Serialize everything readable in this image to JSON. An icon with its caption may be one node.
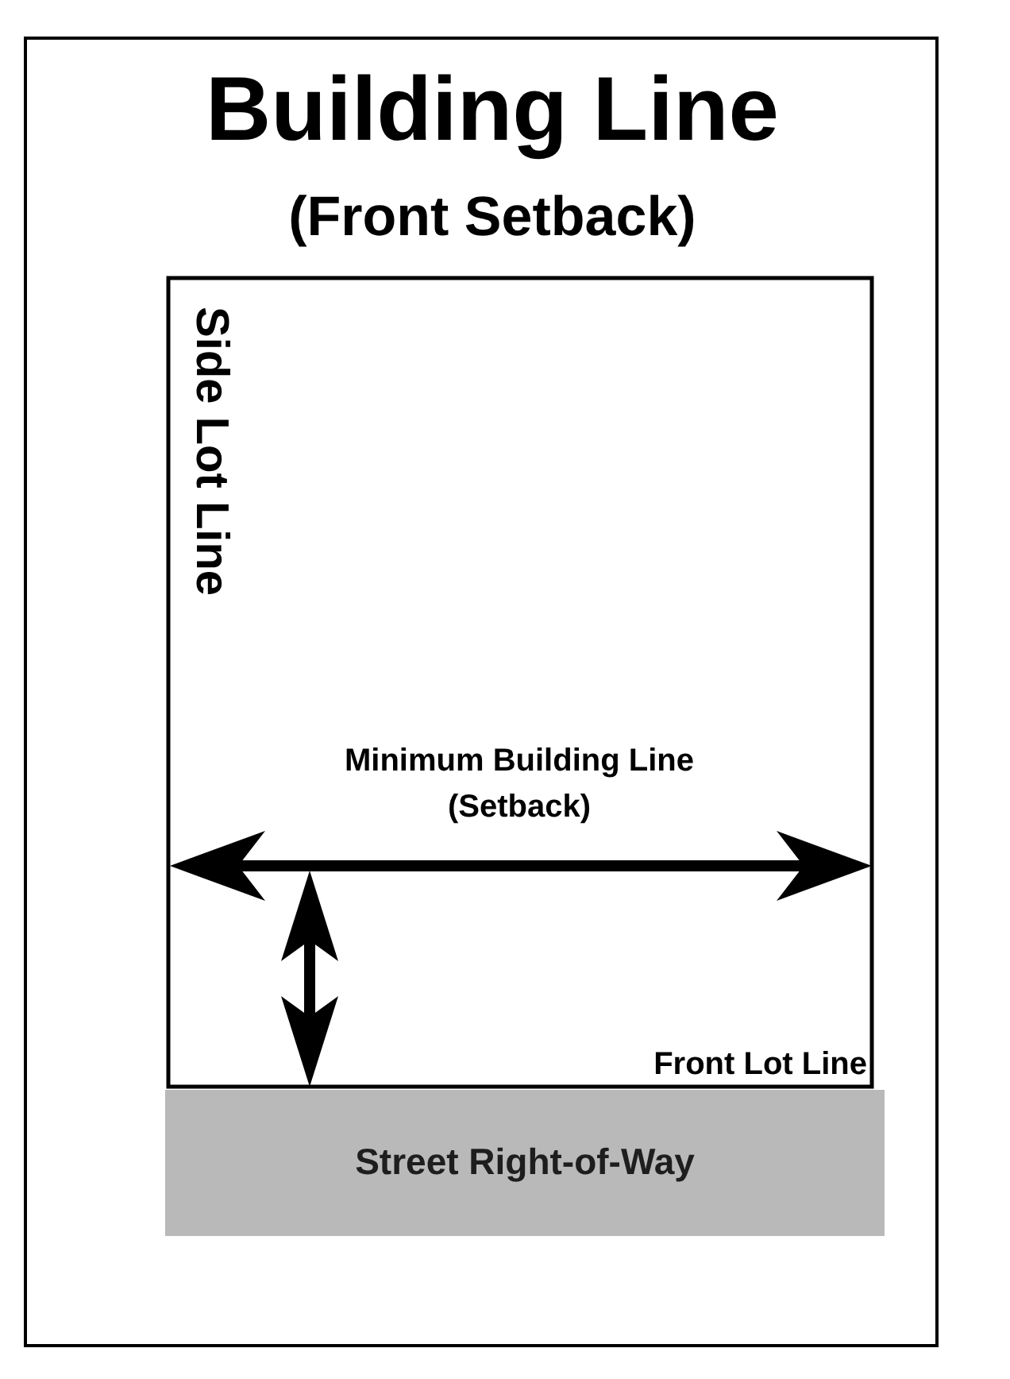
{
  "diagram": {
    "title": "Building Line",
    "nodes": [
      {
        "text": [
          "Street Right-of-Way"
        ]
      }
    ],
    "labels": [
      "(Front Setback)",
      "Side Lot Line",
      "Minimum Building Line (Setback)",
      "Front Lot Line"
    ]
  }
}
